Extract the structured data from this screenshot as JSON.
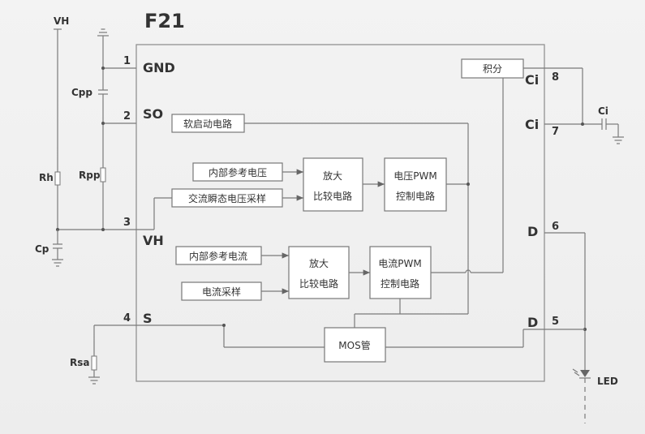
{
  "chip": {
    "title": "F21"
  },
  "external": {
    "vh_rail": "VH",
    "cpp": "Cpp",
    "rh": "Rh",
    "rpp": "Rpp",
    "cp": "Cp",
    "rsa": "Rsa",
    "ci": "Ci",
    "led": "LED"
  },
  "pins": [
    {
      "num": "1",
      "name": "GND"
    },
    {
      "num": "2",
      "name": "SO"
    },
    {
      "num": "3",
      "name": "VH"
    },
    {
      "num": "4",
      "name": "S"
    },
    {
      "num": "8",
      "name": "Ci"
    },
    {
      "num": "7",
      "name": "Ci"
    },
    {
      "num": "6",
      "name": "D"
    },
    {
      "num": "5",
      "name": "D"
    }
  ],
  "blocks": {
    "soft_start": "软启动电路",
    "vref": "内部参考电压",
    "v_sample": "交流瞬态电压采样",
    "v_amp_1": "放大",
    "v_amp_2": "比较电路",
    "v_pwm_1": "电压PWM",
    "v_pwm_2": "控制电路",
    "iref": "内部参考电流",
    "i_sample": "电流采样",
    "i_amp_1": "放大",
    "i_amp_2": "比较电路",
    "i_pwm_1": "电流PWM",
    "i_pwm_2": "控制电路",
    "integrator": "积分",
    "mos": "MOS管"
  }
}
